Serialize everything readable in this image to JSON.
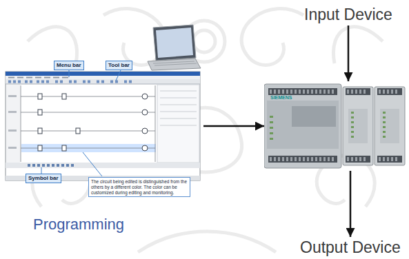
{
  "diagram": {
    "nodes": [
      {
        "text": [
          "Input Device"
        ]
      },
      {
        "text": [
          "Programming"
        ]
      },
      {
        "text": [
          "SIEMENS"
        ]
      },
      {
        "text": [
          "Output Device"
        ]
      }
    ],
    "edges": [
      {
        "from": 1,
        "to": 2,
        "arrow": "to"
      },
      {
        "from": 0,
        "to": 2,
        "arrow": "to"
      },
      {
        "from": 2,
        "to": 3,
        "arrow": "to"
      }
    ],
    "labels": [
      "Menu bar",
      "Tool bar",
      "Symbol bar",
      "The circuit being edited is distinguished from the others by a different color. The color can be customized during editing and monitoring."
    ]
  }
}
